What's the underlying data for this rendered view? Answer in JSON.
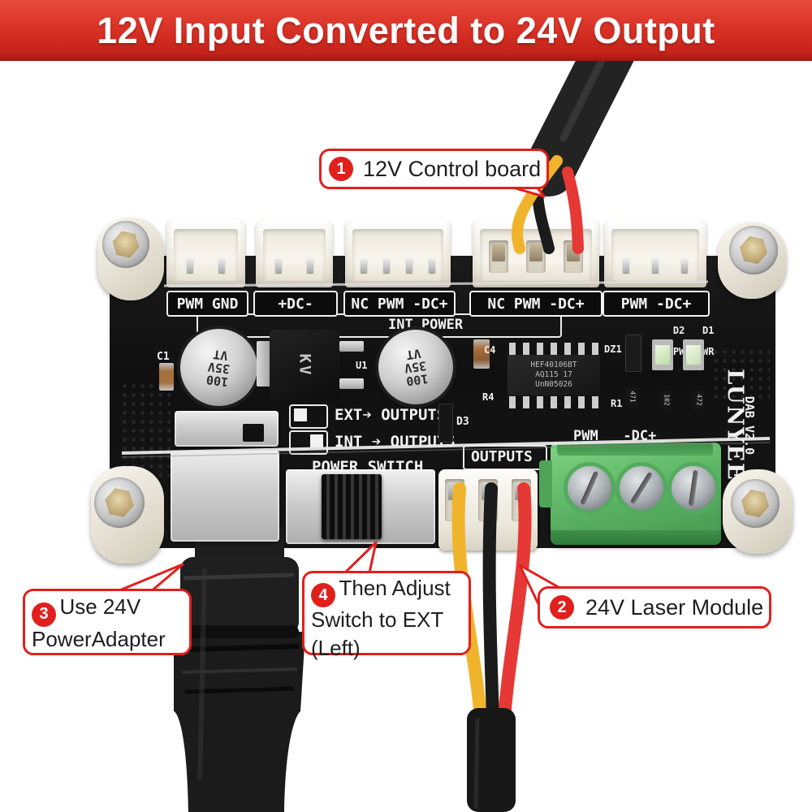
{
  "banner": {
    "title": "12V Input Converted to 24V Output",
    "bg_color": "#d62e23"
  },
  "callouts": {
    "c1": {
      "num": "1",
      "label": "12V Control board"
    },
    "c2": {
      "num": "2",
      "label": "24V Laser Module"
    },
    "c3": {
      "num": "3",
      "line1": "Use 24V",
      "line2": "PowerAdapter"
    },
    "c4": {
      "num": "4",
      "line1": "Then Adjust",
      "line2": "Switch to EXT",
      "line3": "(Left)"
    },
    "accent_color": "#e0201d"
  },
  "board": {
    "connector_labels": [
      "PWM GND",
      "+DC-",
      "NC PWM -DC+",
      "NC PWM -DC+",
      "PWM -DC+"
    ],
    "int_power": "INT POWER",
    "leds": {
      "line1": "D2   D1",
      "line2": "PWM PWR"
    },
    "legend": {
      "ext": "EXT➔ OUTPUTS",
      "int": "INT ➔ OUTPUTS",
      "power_switch": "POWER SWITCH",
      "outputs": "OUTPUTS"
    },
    "terminal_label": "PWM   -DC+",
    "brand": "LUNYEE",
    "version": "DAB V2.0",
    "components": {
      "c1": "C1",
      "u1": "U1",
      "c4": "C4",
      "r4": "R4",
      "dz1": "DZ1",
      "r1": "R1",
      "d3": "D3",
      "cap": {
        "l1": "100",
        "l2": "35V",
        "l3": "VT"
      },
      "transistor": "KV",
      "ic1": "HEF40106BT",
      "ic2": "AQ115 17",
      "ic3": "UnN05026",
      "res1": "471",
      "res2": "102",
      "res3": "472"
    },
    "colors": {
      "terminal_green": "#58b061",
      "wire_yellow": "#f0b42c",
      "wire_red": "#e63834",
      "wire_black": "#1b1b1b"
    }
  }
}
